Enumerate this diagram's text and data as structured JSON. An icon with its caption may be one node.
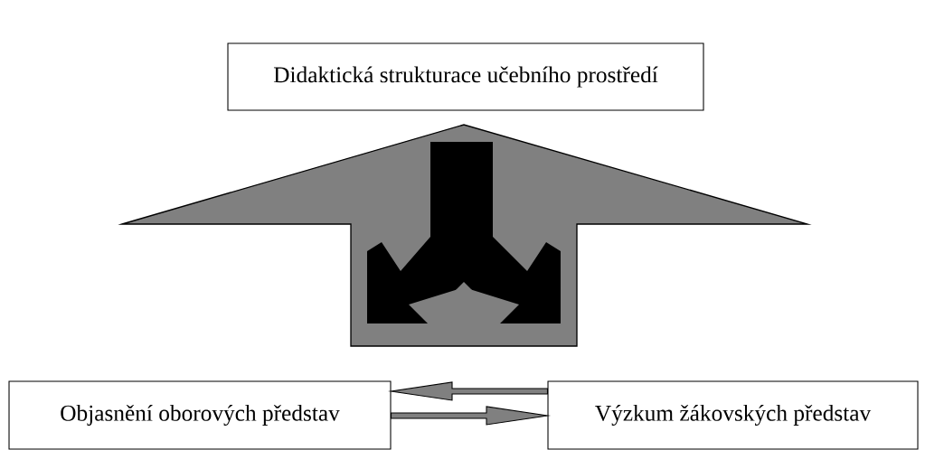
{
  "diagram": {
    "nodes": [
      {
        "text": [
          "Didaktická strukturace učebního prostředí"
        ]
      },
      {
        "text": [
          "Objasnění oborových představ"
        ]
      },
      {
        "text": [
          "Výzkum žákovských představ"
        ]
      }
    ],
    "edges": [
      {
        "from": 2,
        "to": 1,
        "arrow": "to"
      },
      {
        "from": 1,
        "to": 2,
        "arrow": "to"
      }
    ]
  }
}
